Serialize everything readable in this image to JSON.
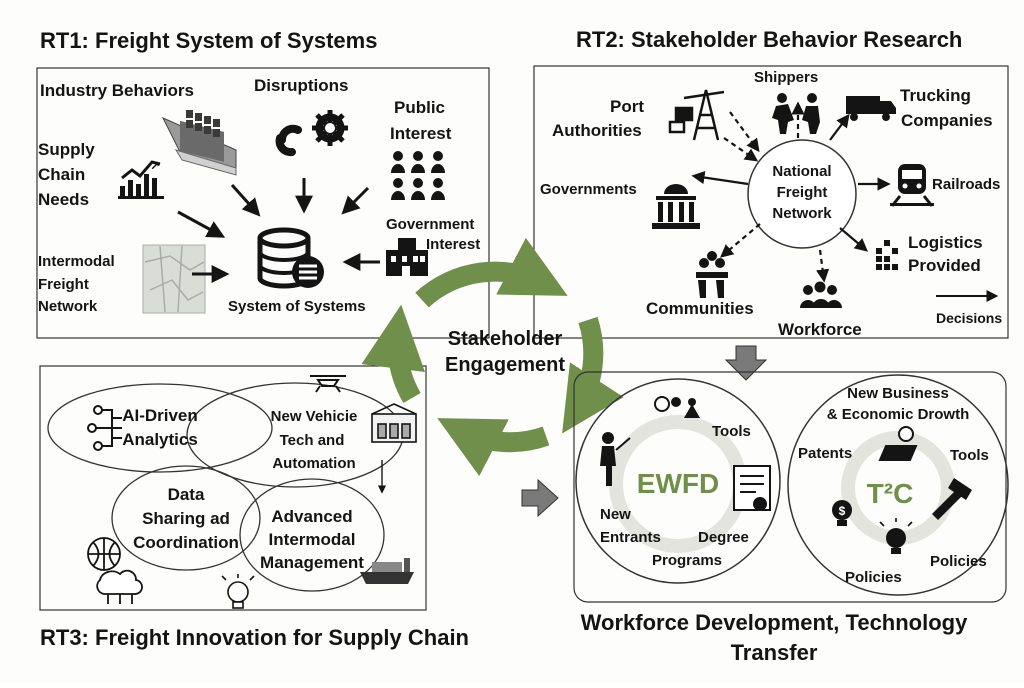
{
  "rt1": {
    "title": "RT1: Freight System of Systems",
    "industry_behaviors": "Industry Behaviors",
    "disruptions": "Disruptions",
    "public_interest": [
      "Public",
      "Interest"
    ],
    "supply_chain_needs": [
      "Supply",
      "Chain",
      "Needs"
    ],
    "government_interest": [
      "Government",
      "Interest"
    ],
    "intermodal": [
      "Intermodal",
      "Freight",
      "Network"
    ],
    "center": "System of Systems"
  },
  "rt2": {
    "title": "RT2: Stakeholder Behavior Research",
    "port_authorities": [
      "Port",
      "Authorities"
    ],
    "shippers": "Shippers",
    "trucking": [
      "Trucking",
      "Companies"
    ],
    "governments": "Governments",
    "center": [
      "National",
      "Freight",
      "Network"
    ],
    "railroads": "Railroads",
    "logistics": [
      "Logistics",
      "Provided"
    ],
    "communities": "Communities",
    "workforce": "Workforce",
    "decisions": "Decisions"
  },
  "center": {
    "label": [
      "Stakeholder",
      "Engagement"
    ],
    "arrow_color": "#6f8f4a"
  },
  "rt3": {
    "title": "RT3: Freight Innovation for Supply Chain",
    "ai": [
      "AI-Driven",
      "Analytics"
    ],
    "vehicle": [
      "New Vehicie",
      "Tech and",
      "Automation"
    ],
    "data": [
      "Data",
      "Sharing ad",
      "Coordination"
    ],
    "advanced": [
      "Advanced",
      "Intermodal",
      "Management"
    ]
  },
  "rt4": {
    "title": [
      "Workforce Development, Technology",
      "Transfer"
    ],
    "ewfd": "EWFD",
    "tools": "Tools",
    "new_entrants": [
      "New",
      "Entrants"
    ],
    "degree_programs": [
      "Degree",
      "Programs"
    ],
    "new_business": [
      "New Business",
      "& Economic Drowth"
    ],
    "patents": "Patents",
    "tools2": "Tools",
    "t2c": "T²C",
    "policies_left": "Policies",
    "policies_right": "Policies"
  }
}
